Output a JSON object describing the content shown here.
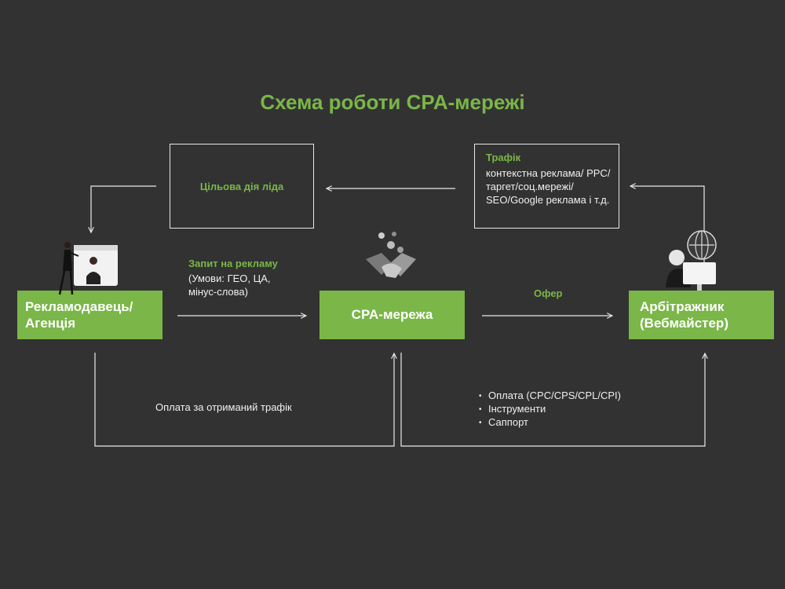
{
  "title": "Схема роботи CPA-мережі",
  "nodes": {
    "advertiser": "Рекламодавець/ Агенція",
    "cpa": "CPA-мережа",
    "arbitrage": "Арбітражник (Вебмайстер)",
    "target_action": "Цільова дія ліда"
  },
  "traffic": {
    "heading": "Трафік",
    "text": "контекстна реклама/ PPC/таргет/соц.мережі/ SEO/Google реклама і т.д."
  },
  "request": {
    "heading": "Запит на рекламу",
    "text": "(Умови: ГЕО, ЦА, мінус-слова)"
  },
  "offer": "Офер",
  "payment_label": "Оплата за отриманий трафік",
  "services": [
    "Оплата (CPC/CPS/CPL/CPI)",
    "Інструменти",
    "Саппорт"
  ],
  "colors": {
    "background": "#323232",
    "accent": "#7ab648",
    "line": "#e8e8e8"
  },
  "icons": [
    "businesswoman-presenter-icon",
    "handshake-icon",
    "webmaster-globe-icon"
  ]
}
